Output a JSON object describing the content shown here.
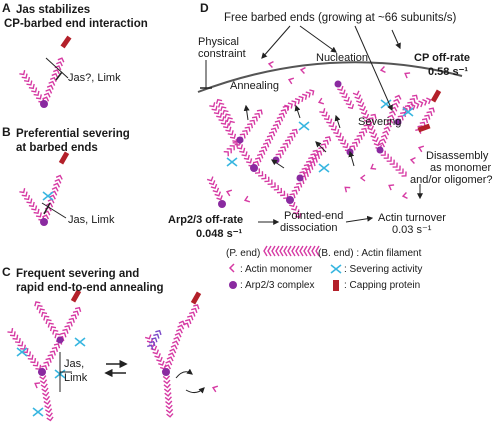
{
  "panelA": {
    "letter": "A",
    "title_line1": "Jas stabilizes",
    "title_line2": "CP-barbed end interaction",
    "inhibitor_label": "Jas?, Limk"
  },
  "panelB": {
    "letter": "B",
    "title_line1": "Preferential severing",
    "title_line2": "at barbed ends",
    "inhibitor_label": "Jas, Limk"
  },
  "panelC": {
    "letter": "C",
    "title_line1": "Frequent severing and",
    "title_line2": "rapid end-to-end annealing",
    "inhibitor_line1": "Jas,",
    "inhibitor_line2": "Limk"
  },
  "panelD": {
    "letter": "D",
    "free_ends": "Free barbed ends (growing at ~66 subunits/s)",
    "physical_line1": "Physical",
    "physical_line2": "constraint",
    "nucleation": "Nucleation",
    "annealing": "Annealing",
    "severing": "Severing",
    "cp_offrate_label": "CP off-rate",
    "cp_offrate_value": "0.58 s⁻¹",
    "disassembly_line1": "Disassembly",
    "disassembly_line2": "as monomer",
    "disassembly_line3": "and/or oligomer?",
    "arp_label": "Arp2/3 off-rate",
    "arp_value": "0.048 s⁻¹",
    "pointed_line1": "Pointed-end",
    "pointed_line2": "dissociation",
    "turnover_line1": "Actin turnover",
    "turnover_line2": "0.03 s⁻¹"
  },
  "legend": {
    "pointed_end": "(P. end)",
    "barbed_end": "(B. end) : Actin filament",
    "monomer": ": Actin monomer",
    "severing": ": Severing activity",
    "arp23": ": Arp2/3 complex",
    "capping": ": Capping protein"
  },
  "colors": {
    "actin": "#d63aa3",
    "arp": "#8a2aa0",
    "severing": "#38b6e0",
    "capping": "#b3202a"
  }
}
